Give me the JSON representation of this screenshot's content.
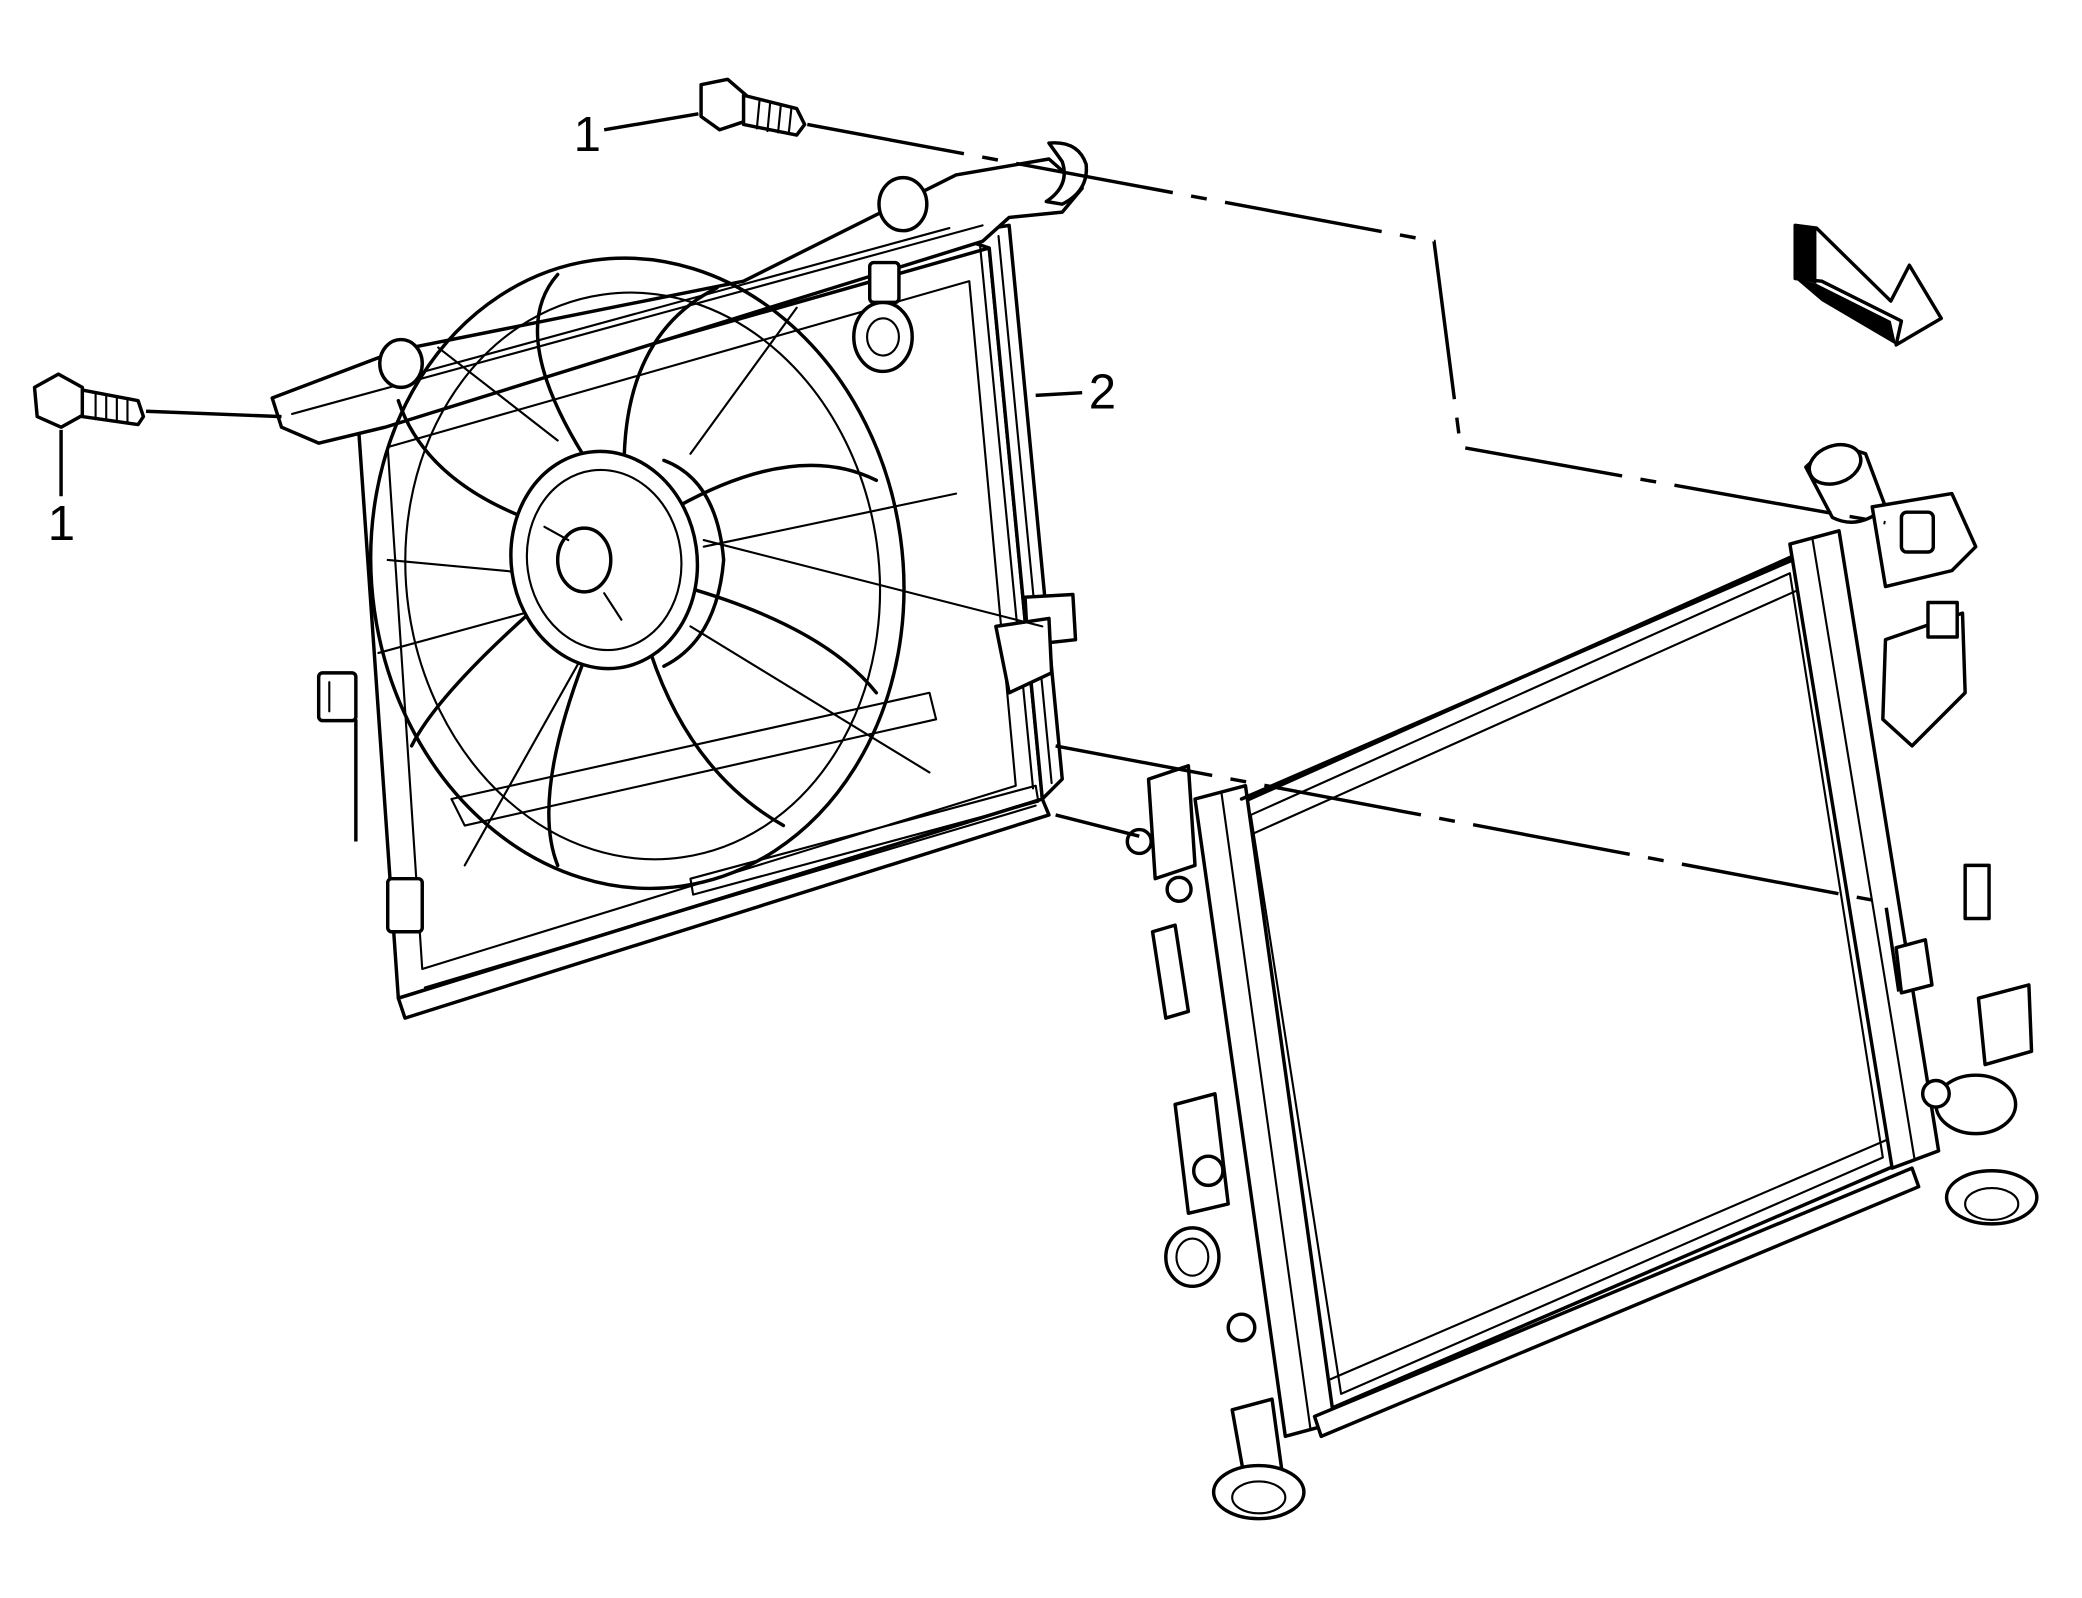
{
  "diagram": {
    "callouts": [
      {
        "id": "bolt-top",
        "label": "1"
      },
      {
        "id": "bolt-left",
        "label": "1"
      },
      {
        "id": "fan-shroud",
        "label": "2"
      }
    ],
    "colors": {
      "line": "#000000",
      "background": "#ffffff"
    },
    "icons": [
      "bolt-icon",
      "direction-arrow-icon"
    ]
  }
}
